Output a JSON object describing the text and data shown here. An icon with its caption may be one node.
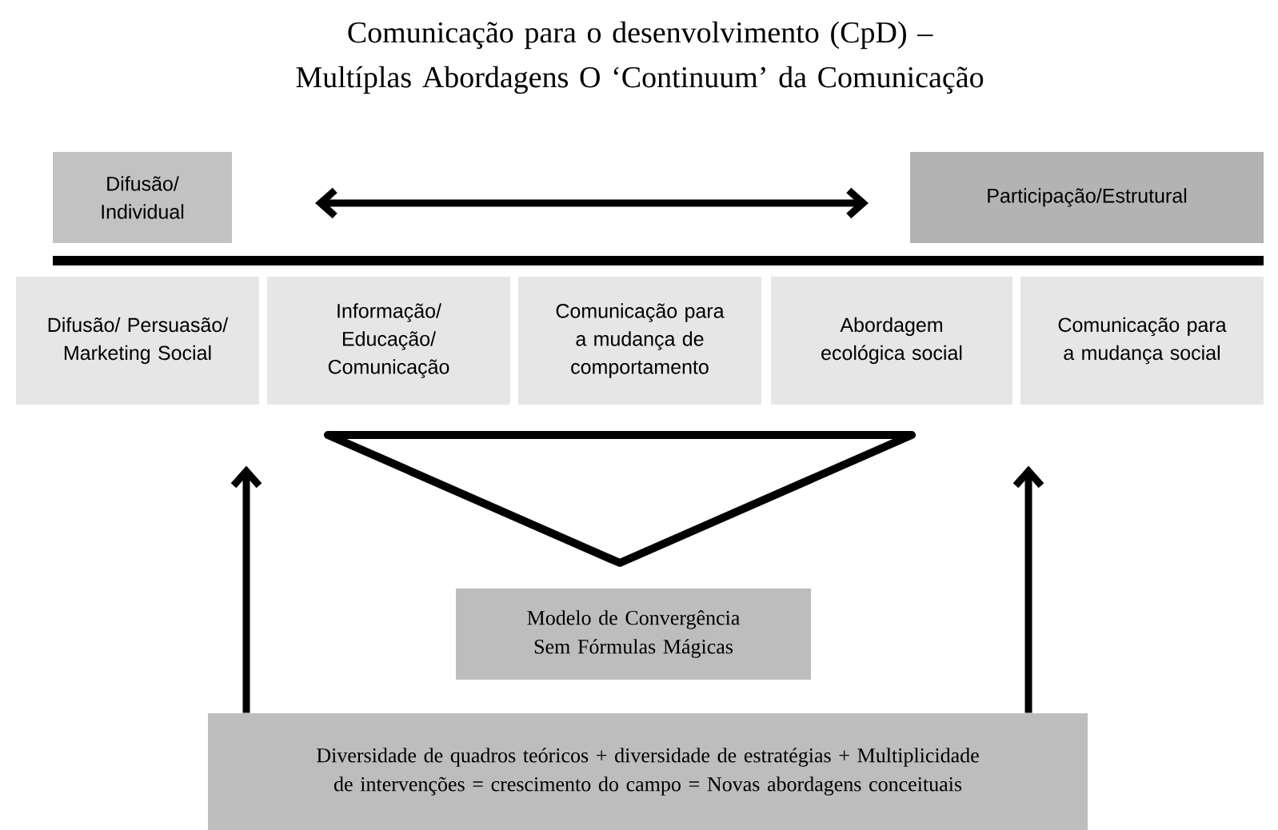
{
  "diagram": {
    "title": "Comunicação para o desenvolvimento (CpD) – Multíplas Abordagens O ‘Continuum’ da Comunicação",
    "nodes": [
      {
        "text": [
          "Difusão/ Individual"
        ]
      },
      {
        "text": [
          "Participação/Estrutural"
        ]
      },
      {
        "text": [
          "Difusão/ Persuasão/ Marketing Social"
        ]
      },
      {
        "text": [
          "Informação/ Educação/ Comunicação"
        ]
      },
      {
        "text": [
          "Comunicação para a mudança de comportamento"
        ]
      },
      {
        "text": [
          "Abordagem ecológica social"
        ]
      },
      {
        "text": [
          "Comunicação para a mudança social"
        ]
      },
      {
        "text": [],
        "shape": "triangle"
      },
      {
        "text": [
          "Modelo de Convergência Sem Fórmulas Mágicas"
        ]
      },
      {
        "text": [
          "Diversidade de quadros teóricos + diversidade de estratégias + Multiplicidade de intervenções = crescimento do campo = Novas abordagens conceituais"
        ]
      }
    ],
    "edges": [
      {
        "from": 9,
        "to": 2,
        "arrow": "to"
      },
      {
        "from": 9,
        "to": 6,
        "arrow": "to"
      }
    ]
  }
}
